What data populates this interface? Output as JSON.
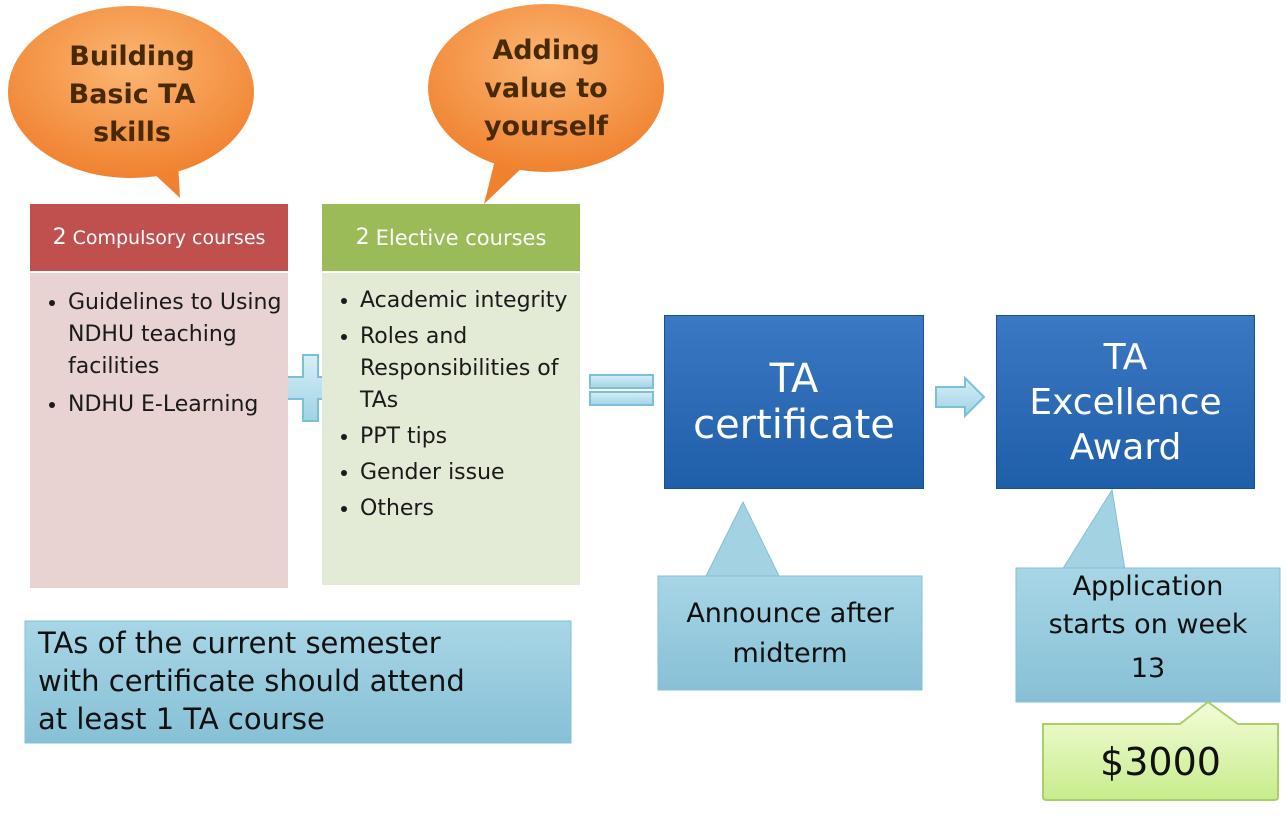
{
  "bubbles": {
    "left": [
      "Building",
      "Basic TA",
      "skills"
    ],
    "right": [
      "Adding",
      "value to",
      "yourself"
    ]
  },
  "compulsory": {
    "count": "2",
    "title": "Compulsory courses",
    "items": [
      "Guidelines to Using NDHU teaching facilities",
      "NDHU E-Learning"
    ]
  },
  "elective": {
    "count": "2",
    "title": "Elective courses",
    "items": [
      "Academic integrity",
      "Roles and Responsibilities of TAs",
      "PPT tips",
      "Gender issue",
      "Others"
    ]
  },
  "certificate": {
    "line1": "TA",
    "line2": "certificate"
  },
  "award": {
    "line1": "TA",
    "line2": "Excellence",
    "line3": "Award"
  },
  "callouts": {
    "certificate": "Announce after midterm",
    "award_line1": "Application",
    "award_line2": "starts on week",
    "award_line3": "13"
  },
  "prize": "$3000",
  "note": [
    "TAs of the current semester",
    "with certificate should attend",
    "at least 1 TA course"
  ],
  "colors": {
    "bubble": "#f5923e",
    "compulsory_header": "#c0504d",
    "compulsory_body": "#e8d2d2",
    "elective_header": "#9bbb59",
    "elective_body": "#e3ead6",
    "blue_box": "#2e6db5",
    "callout": "#92c9dc",
    "prize": "#ddf5b0"
  }
}
